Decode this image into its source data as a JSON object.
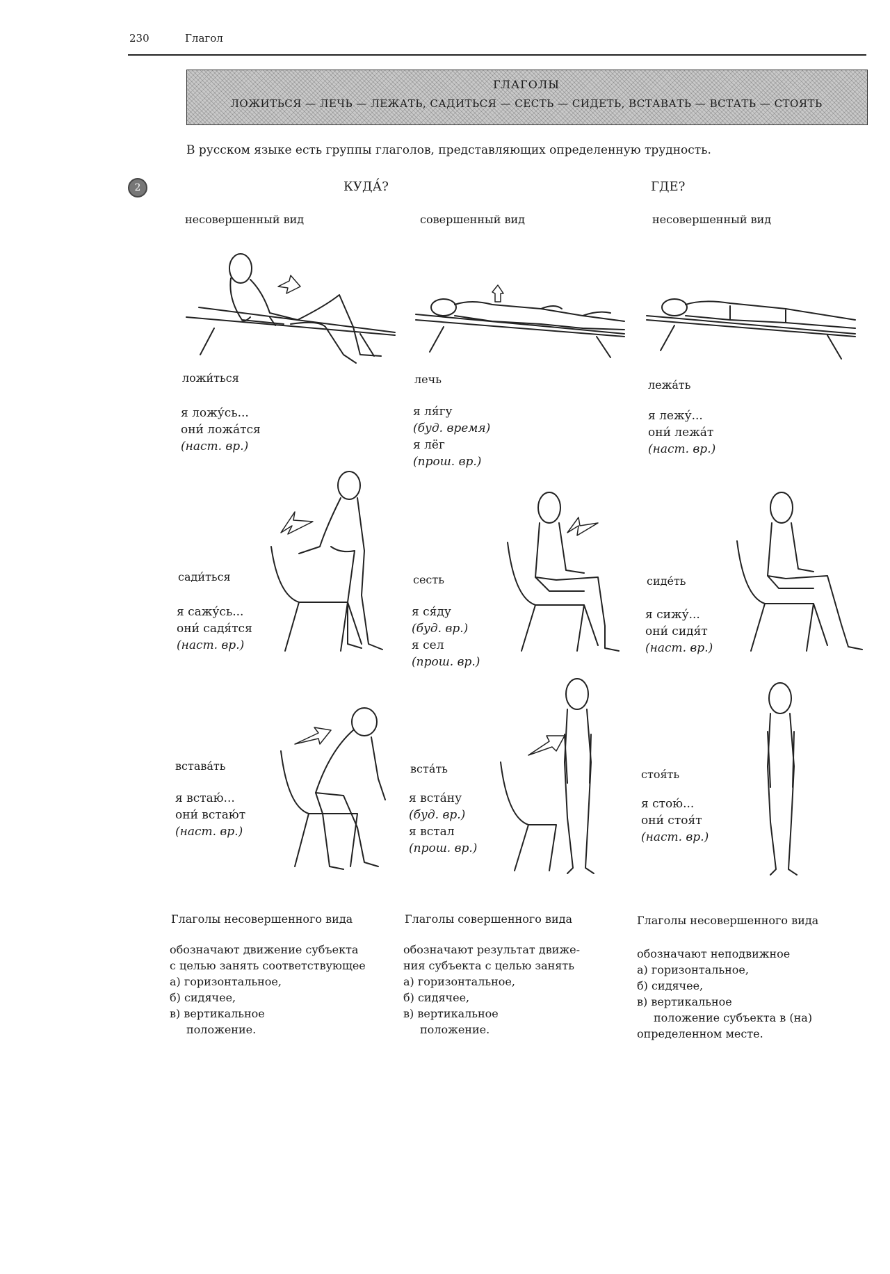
{
  "header": {
    "page_number": "230",
    "title": "Глагол"
  },
  "banner": {
    "line1": "ГЛАГОЛЫ",
    "line2": "ЛОЖИТЬСЯ — ЛЕЧЬ — ЛЕЖАТЬ, САДИТЬСЯ — СЕСТЬ — СИДЕТЬ, ВСТАВАТЬ — ВСТАТЬ — СТОЯТЬ"
  },
  "intro": "В русском языке есть группы глаголов, представляющих определенную трудность.",
  "questions": {
    "where_to": "КУДА́?",
    "where": "ГДЕ?"
  },
  "columns": [
    {
      "heading": "несовершенный вид"
    },
    {
      "heading": "совершенный вид"
    },
    {
      "heading": "несовершенный вид"
    }
  ],
  "rows": [
    [
      {
        "verb": "ложи́ться",
        "forms": [
          {
            "text": "я ложу́сь...",
            "italic": false
          },
          {
            "text": "они́ ложа́тся",
            "italic": false
          },
          {
            "text": "(наст. вр.)",
            "italic": true
          }
        ]
      },
      {
        "verb": "лечь",
        "forms": [
          {
            "text": "я ля́гу",
            "italic": false
          },
          {
            "text": "(буд. время)",
            "italic": true
          },
          {
            "text": "я лёг",
            "italic": false
          },
          {
            "text": "(прош. вр.)",
            "italic": true
          }
        ]
      },
      {
        "verb": "лежа́ть",
        "forms": [
          {
            "text": "я лежу́...",
            "italic": false
          },
          {
            "text": "они́ лежа́т",
            "italic": false
          },
          {
            "text": "(наст. вр.)",
            "italic": true
          }
        ]
      }
    ],
    [
      {
        "verb": "сади́ться",
        "forms": [
          {
            "text": "я сажу́сь...",
            "italic": false
          },
          {
            "text": "они́ садя́тся",
            "italic": false
          },
          {
            "text": "(наст. вр.)",
            "italic": true
          }
        ]
      },
      {
        "verb": "сесть",
        "forms": [
          {
            "text": "я ся́ду",
            "italic": false
          },
          {
            "text": "(буд. вр.)",
            "italic": true
          },
          {
            "text": "я сел",
            "italic": false
          },
          {
            "text": "(прош. вр.)",
            "italic": true
          }
        ]
      },
      {
        "verb": "сиде́ть",
        "forms": [
          {
            "text": "я сижу́...",
            "italic": false
          },
          {
            "text": "они́ сидя́т",
            "italic": false
          },
          {
            "text": "(наст. вр.)",
            "italic": true
          }
        ]
      }
    ],
    [
      {
        "verb": "встава́ть",
        "forms": [
          {
            "text": "я встаю́...",
            "italic": false
          },
          {
            "text": "они́ встаю́т",
            "italic": false
          },
          {
            "text": "(наст. вр.)",
            "italic": true
          }
        ]
      },
      {
        "verb": "вста́ть",
        "forms": [
          {
            "text": "я вста́ну",
            "italic": false
          },
          {
            "text": "(буд. вр.)",
            "italic": true
          },
          {
            "text": "я встал",
            "italic": false
          },
          {
            "text": "(прош. вр.)",
            "italic": true
          }
        ]
      },
      {
        "verb": "стоя́ть",
        "forms": [
          {
            "text": "я стою́...",
            "italic": false
          },
          {
            "text": "они́ стоя́т",
            "italic": false
          },
          {
            "text": "(наст. вр.)",
            "italic": true
          }
        ]
      }
    ]
  ],
  "footer": [
    {
      "heading": "Глаголы несовершенного вида",
      "lines": [
        "обозначают движение субъекта",
        "с целью занять соответствующее",
        "а) горизонтальное,",
        "б) сидячее,",
        "в) вертикальное",
        "положение."
      ]
    },
    {
      "heading": "Глаголы совершенного вида",
      "lines": [
        "обозначают результат движе-",
        "ния субъекта с целью занять",
        "а) горизонтальное,",
        "б) сидячее,",
        "в) вертикальное",
        "положение."
      ]
    },
    {
      "heading": "Глаголы несовершенного вида",
      "lines": [
        "обозначают неподвижное",
        "а) горизонтальное,",
        "б) сидячее,",
        "в) вертикальное",
        "положение субъекта в (на)",
        "определенном месте."
      ]
    }
  ]
}
